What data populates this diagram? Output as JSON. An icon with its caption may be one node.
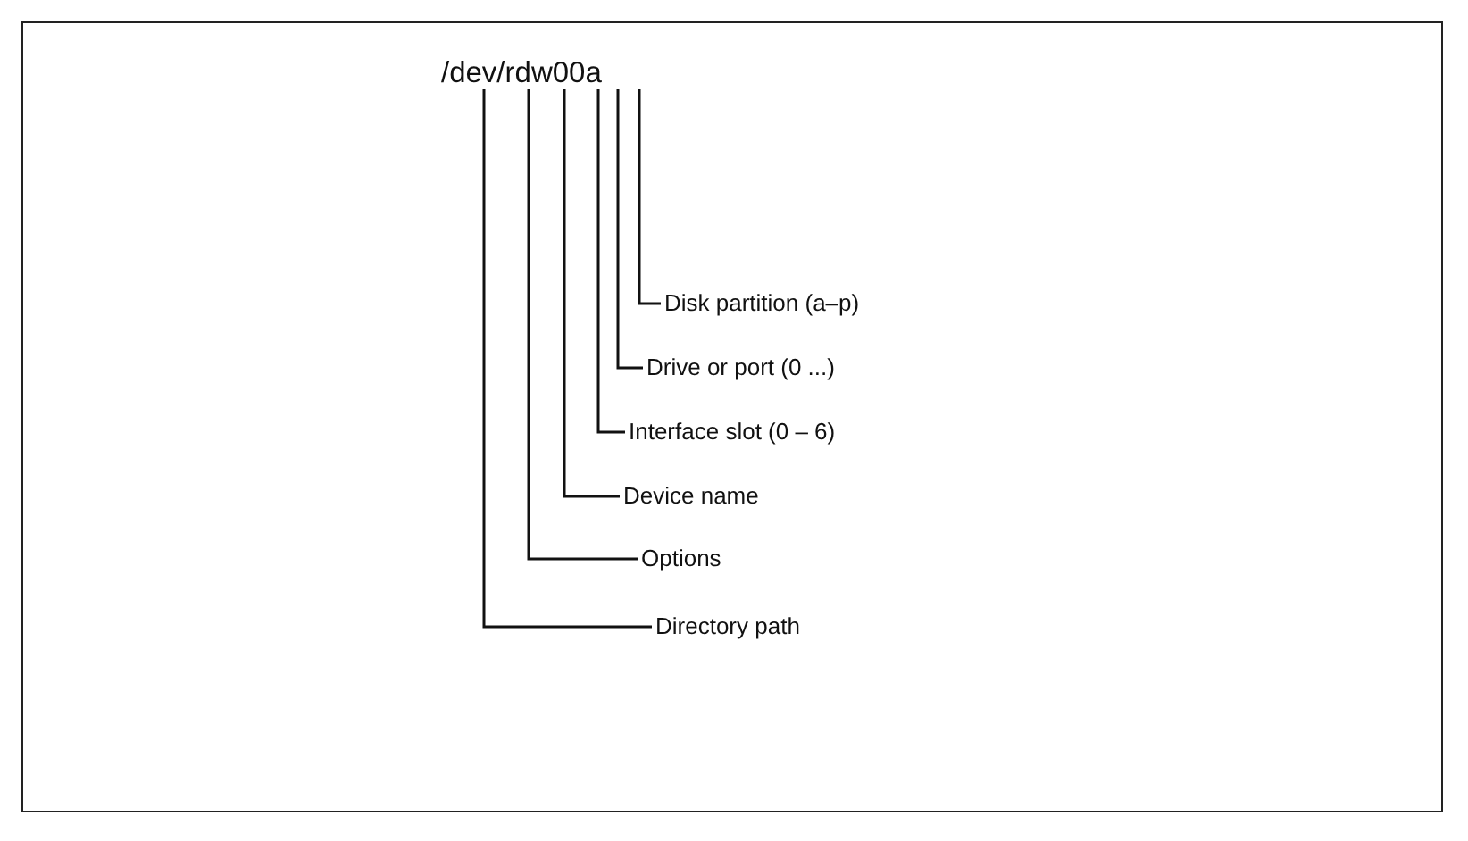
{
  "diagram": {
    "nodes": [
      {
        "text": [
          "/dev/rdw00a"
        ]
      },
      {
        "text": [
          "Disk partition (a–p)"
        ]
      },
      {
        "text": [
          "Drive or port (0 ...)"
        ]
      },
      {
        "text": [
          "Interface slot (0 – 6)"
        ]
      },
      {
        "text": [
          "Device name"
        ]
      },
      {
        "text": [
          "Options"
        ]
      },
      {
        "text": [
          "Directory path"
        ]
      }
    ],
    "edges": [
      {
        "from": 1,
        "to": 0,
        "arrow": "none"
      },
      {
        "from": 2,
        "to": 0,
        "arrow": "none"
      },
      {
        "from": 3,
        "to": 0,
        "arrow": "none"
      },
      {
        "from": 4,
        "to": 0,
        "arrow": "none"
      },
      {
        "from": 5,
        "to": 0,
        "arrow": "none"
      },
      {
        "from": 6,
        "to": 0,
        "arrow": "none"
      }
    ]
  }
}
